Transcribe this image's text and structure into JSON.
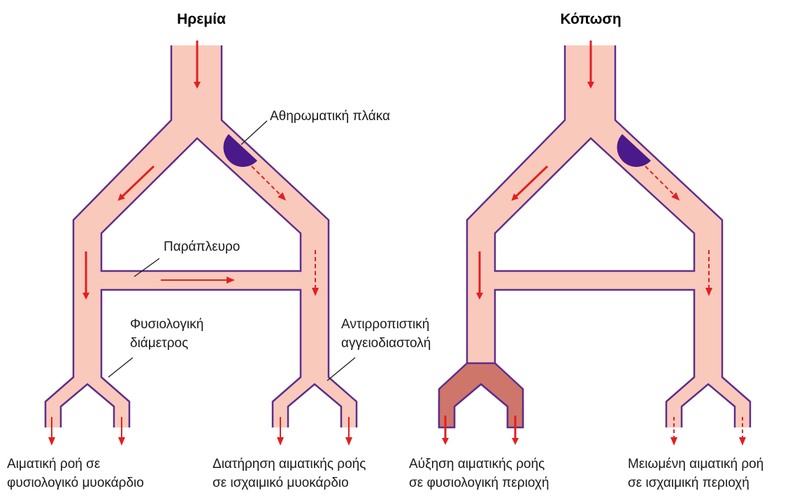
{
  "colors": {
    "vessel_fill": "#f9c9bc",
    "vessel_outline": "#5c2e8c",
    "plaque": "#4b1a8a",
    "arrow": "#e02020",
    "increased_flow_fill": "#cf766a"
  },
  "panels": {
    "rest": {
      "title": "Ηρεμία",
      "labels": {
        "plaque": "Αθηρωματική πλάκα",
        "collateral": "Παράπλευρο",
        "normal_diameter_1": "Φυσιολογική",
        "normal_diameter_2": "διάμετρος",
        "comp_vasodilation_1": "Αντιρροπιστική",
        "comp_vasodilation_2": "αγγειοδιαστολή"
      },
      "captions": {
        "left_1": "Αιματική ροή σε",
        "left_2": "φυσιολογικό μυοκάρδιο",
        "right_1": "Διατήρηση αιματικής ροής",
        "right_2": "σε ισχαιμικό μυοκάρδιο"
      }
    },
    "exercise": {
      "title": "Κόπωση",
      "captions": {
        "left_1": "Αύξηση αιματικής ροής",
        "left_2": "σε φυσιολογική περιοχή",
        "right_1": "Μειωμένη αιματική ροή",
        "right_2": "σε ισχαιμική περιοχή"
      }
    }
  }
}
